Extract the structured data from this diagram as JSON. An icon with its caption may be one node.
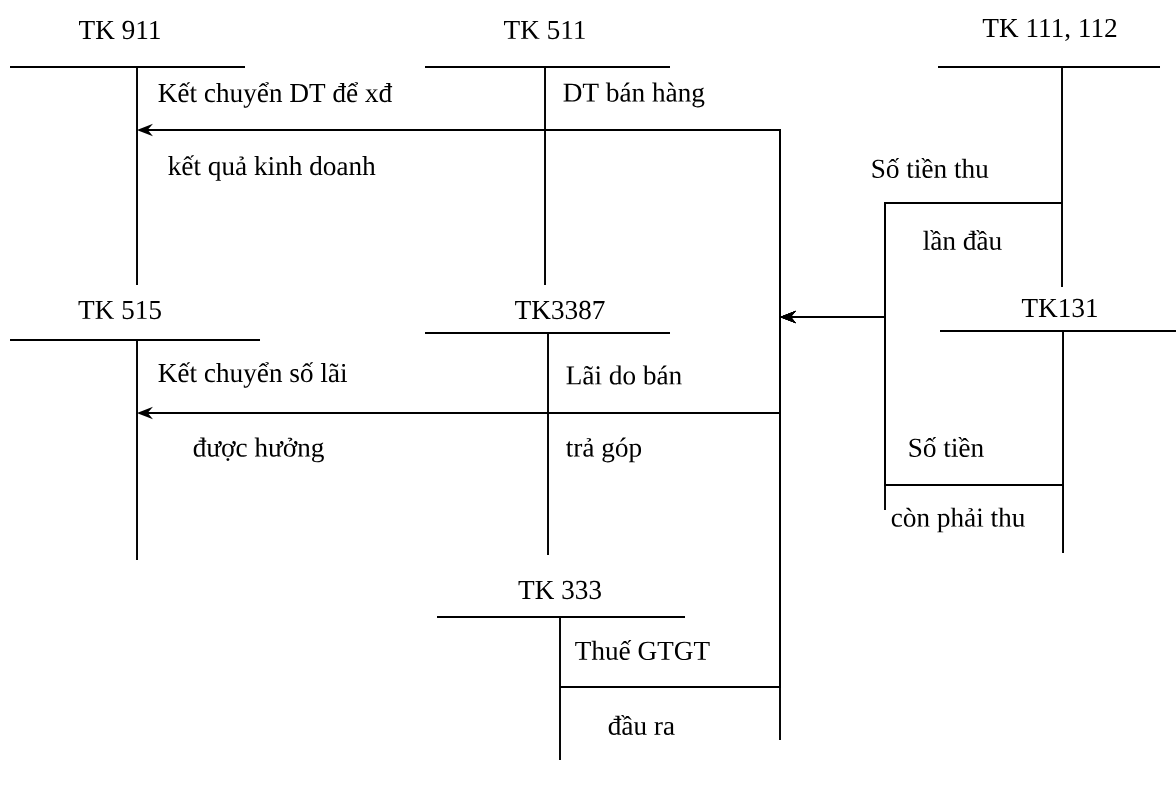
{
  "diagram": {
    "nodes": [
      {
        "text": [
          "TK 911"
        ]
      },
      {
        "text": [
          "TK 511"
        ]
      },
      {
        "text": [
          "TK 111, 112"
        ]
      },
      {
        "text": [
          "TK 515"
        ]
      },
      {
        "text": [
          "TK3387"
        ]
      },
      {
        "text": [
          "TK131"
        ]
      },
      {
        "text": [
          "TK 333"
        ]
      }
    ],
    "edges": [
      {
        "from": 1,
        "to": 0,
        "arrow": "to"
      },
      {
        "from": 4,
        "to": 3,
        "arrow": "to"
      },
      {
        "from": 2,
        "to": 1,
        "arrow": "to"
      },
      {
        "from": 2,
        "to": 4,
        "arrow": "to"
      },
      {
        "from": 2,
        "to": 6,
        "arrow": "to"
      },
      {
        "from": 5,
        "to": 1,
        "arrow": "to"
      },
      {
        "from": 5,
        "to": 4,
        "arrow": "to"
      },
      {
        "from": 5,
        "to": 6,
        "arrow": "to"
      }
    ],
    "labels": [
      "Kết chuyển DT để xđ",
      "DT bán hàng",
      "kết quả kinh doanh",
      "Số tiền thu",
      "lần đầu",
      "Kết chuyển số lãi",
      "Lãi do bán",
      "được hưởng",
      "trả góp",
      "Số tiền",
      "còn phải thu",
      "Thuế GTGT",
      "đầu ra"
    ]
  }
}
